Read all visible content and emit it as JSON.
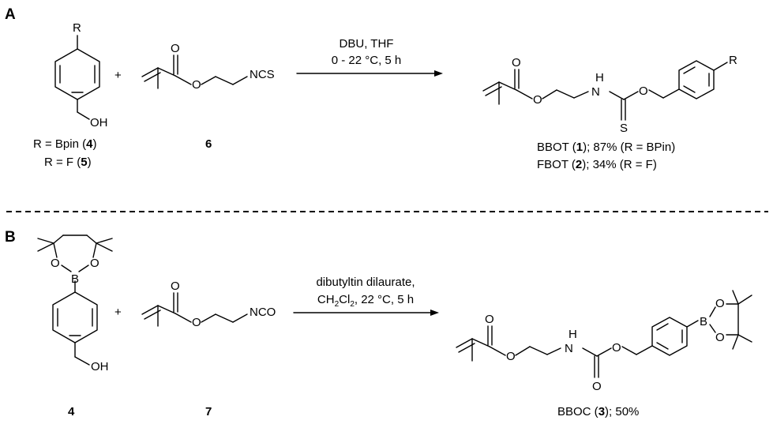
{
  "panel_a": {
    "label": "A",
    "reactant_4_5": {
      "r": "R",
      "oh": "OH",
      "caption_line1": {
        "pre": "R = Bpin (",
        "num": "4",
        "post": ")"
      },
      "caption_line2": {
        "pre": "R = F (",
        "num": "5",
        "post": ")"
      }
    },
    "plus": "+",
    "reactant_6": {
      "o": "O",
      "o2": "O",
      "ncs": "NCS",
      "caption": "6"
    },
    "conditions": {
      "line1": "DBU, THF",
      "line2": "0 - 22 °C, 5 h"
    },
    "product": {
      "o": "O",
      "o2": "O",
      "h": "H",
      "n": "N",
      "s": "S",
      "o3": "O",
      "r": "R",
      "caption_line1": {
        "pre": "BBOT (",
        "num": "1",
        "post": "); 87% (R = BPin)"
      },
      "caption_line2": {
        "pre": "FBOT (",
        "num": "2",
        "post": "); 34% (R = F)"
      }
    }
  },
  "panel_b": {
    "label": "B",
    "reactant_4": {
      "o1": "O",
      "o2": "O",
      "b": "B",
      "oh": "OH",
      "caption": "4"
    },
    "plus": "+",
    "reactant_7": {
      "o": "O",
      "o2": "O",
      "nco": "NCO",
      "caption": "7"
    },
    "conditions": {
      "line1": "dibutyltin dilaurate,",
      "line2_pre": "CH",
      "line2_sub1": "2",
      "line2_mid": "Cl",
      "line2_sub2": "2",
      "line2_post": ", 22 °C, 5 h"
    },
    "product": {
      "o": "O",
      "o2": "O",
      "h": "H",
      "n": "N",
      "o3": "O",
      "o4": "O",
      "b": "B",
      "o5": "O",
      "o6": "O",
      "caption": {
        "pre": "BBOC (",
        "num": "3",
        "post": "); 50%"
      }
    }
  }
}
